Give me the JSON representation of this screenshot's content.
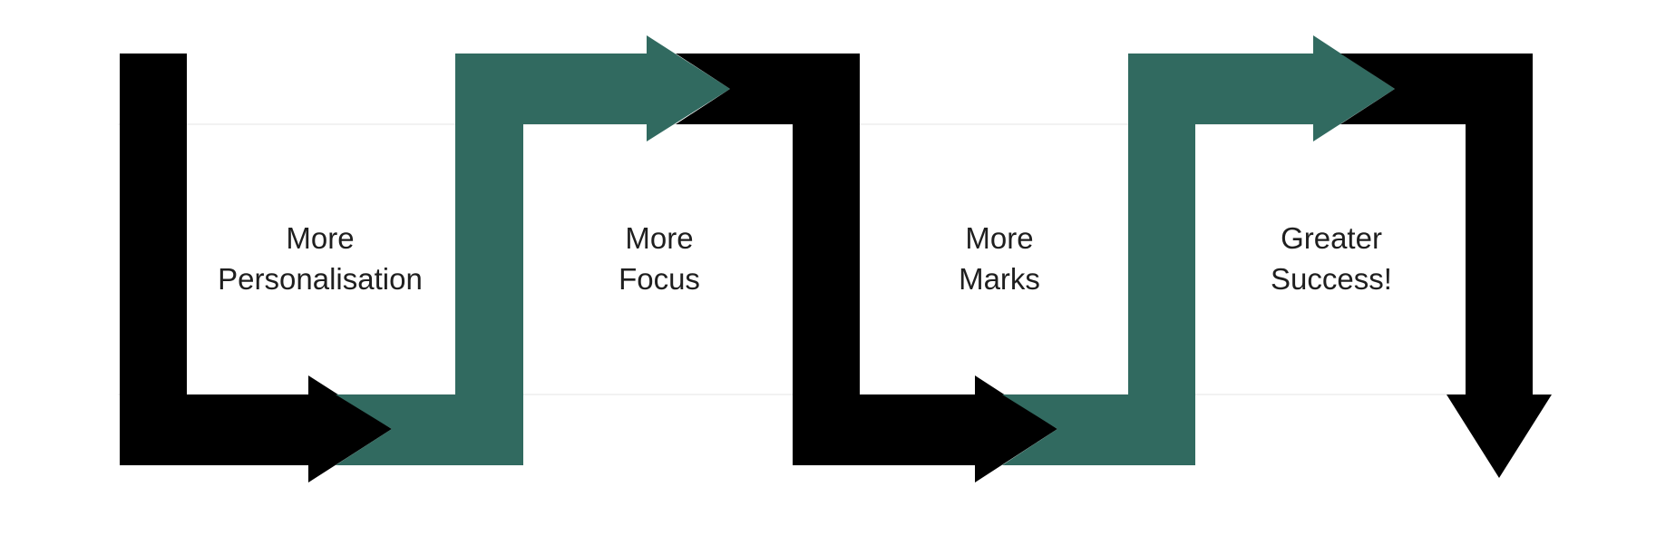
{
  "diagram": {
    "colors": {
      "black": "#000000",
      "green": "#316a60",
      "divider": "#eeeeee",
      "text": "#1f1f1f"
    },
    "steps": [
      {
        "line1": "More",
        "line2": "Personalisation"
      },
      {
        "line1": "More",
        "line2": "Focus"
      },
      {
        "line1": "More",
        "line2": "Marks"
      },
      {
        "line1": "Greater",
        "line2": "Success!"
      }
    ]
  }
}
